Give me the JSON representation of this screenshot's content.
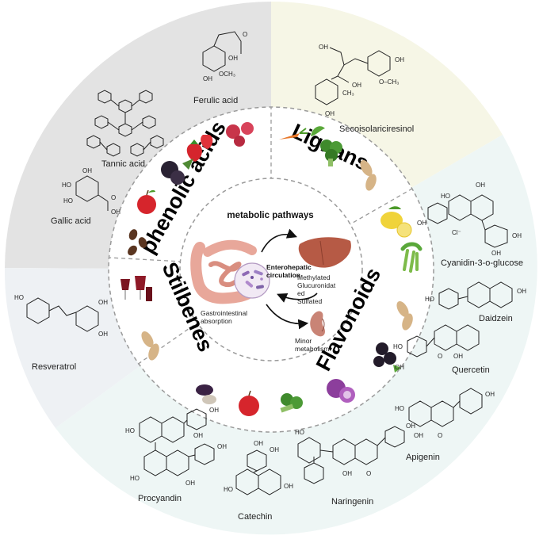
{
  "center": {
    "title": "metabolic pathways",
    "enterohepatic_line1": "Enterohepatic",
    "enterohepatic_line2": "circulation",
    "liver_products": [
      "Methylated",
      "Glucuronidat",
      "ed",
      "Sulfated"
    ],
    "gi_line1": "Gastrointestinal",
    "gi_line2": "absorption",
    "kidney_line1": "Minor",
    "kidney_line2": "metabolism"
  },
  "categories": {
    "phenolic_acids": "phenolic acids",
    "lignans": "Lignans",
    "flavonoids": "Flavonoids",
    "stilbenes": "Stilbenes"
  },
  "compounds": {
    "ferulic_acid": "Ferulic acid",
    "tannic_acid": "Tannic acid",
    "gallic_acid": "Gallic acid",
    "secoisolariciresinol": "Secoisolariciresinol",
    "cyanidin": "Cyanidin-3-o-glucose",
    "daidzein": "Daidzein",
    "quercetin": "Quercetin",
    "apigenin": "Apigenin",
    "naringenin": "Naringenin",
    "catechin": "Catechin",
    "procyandin": "Procyandin",
    "resveratrol": "Resveratrol"
  },
  "chem_atoms": {
    "oh": "OH",
    "ho": "HO",
    "o": "O",
    "och3": "OCH₃",
    "o_ch3": "O–CH₃",
    "ch3": "CH₃",
    "cl_minus": "Cl⁻"
  },
  "colors": {
    "phenolic_sector": "#e3e3e3",
    "lignan_sector": "#f6f6e6",
    "flavonoid_sector": "#eef6f5",
    "stilbene_sector": "#eef1f4",
    "inner_ring": "#ffffff",
    "dash": "#9a9a9a"
  }
}
